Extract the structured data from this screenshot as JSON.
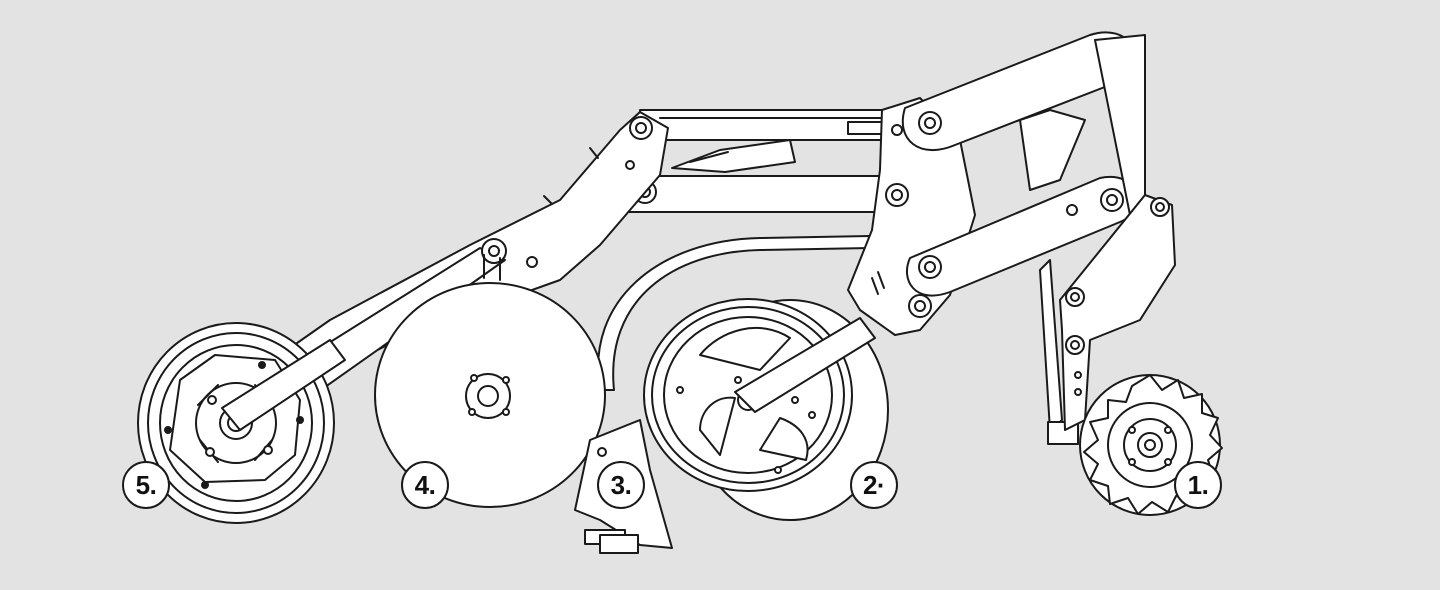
{
  "callouts": {
    "one": "1.",
    "two": "2·",
    "three": "3.",
    "four": "4.",
    "five": "5."
  },
  "colors": {
    "background": "#e4e3e3",
    "line": "#1a1a1a",
    "fill": "#ffffff"
  }
}
